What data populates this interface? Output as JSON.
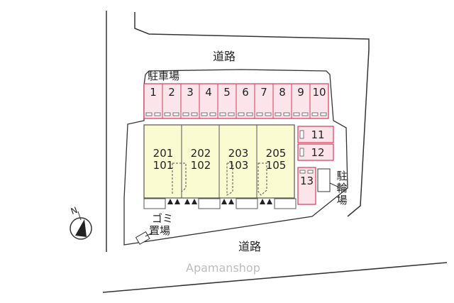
{
  "roads": {
    "north": "道路",
    "south": "道路"
  },
  "parking": {
    "label": "駐車場",
    "top_row": [
      "1",
      "2",
      "3",
      "4",
      "5",
      "6",
      "7",
      "8",
      "9",
      "10"
    ],
    "side": [
      "11",
      "12",
      "13"
    ]
  },
  "bike_parking_label": [
    "駐",
    "輪",
    "場"
  ],
  "garbage_label": [
    "ゴミ",
    "置場"
  ],
  "buildings": [
    {
      "upper": "201",
      "lower": "101"
    },
    {
      "upper": "202",
      "lower": "102"
    },
    {
      "upper": "203",
      "lower": "103"
    },
    {
      "upper": "205",
      "lower": "105"
    }
  ],
  "compass": {
    "north": "N"
  },
  "watermark": "Apamanshop",
  "colors": {
    "parking_fill": "#fbe4ea",
    "parking_stroke": "#d63a5a",
    "building_fill": "#fbfbd2",
    "line": "#333333"
  }
}
